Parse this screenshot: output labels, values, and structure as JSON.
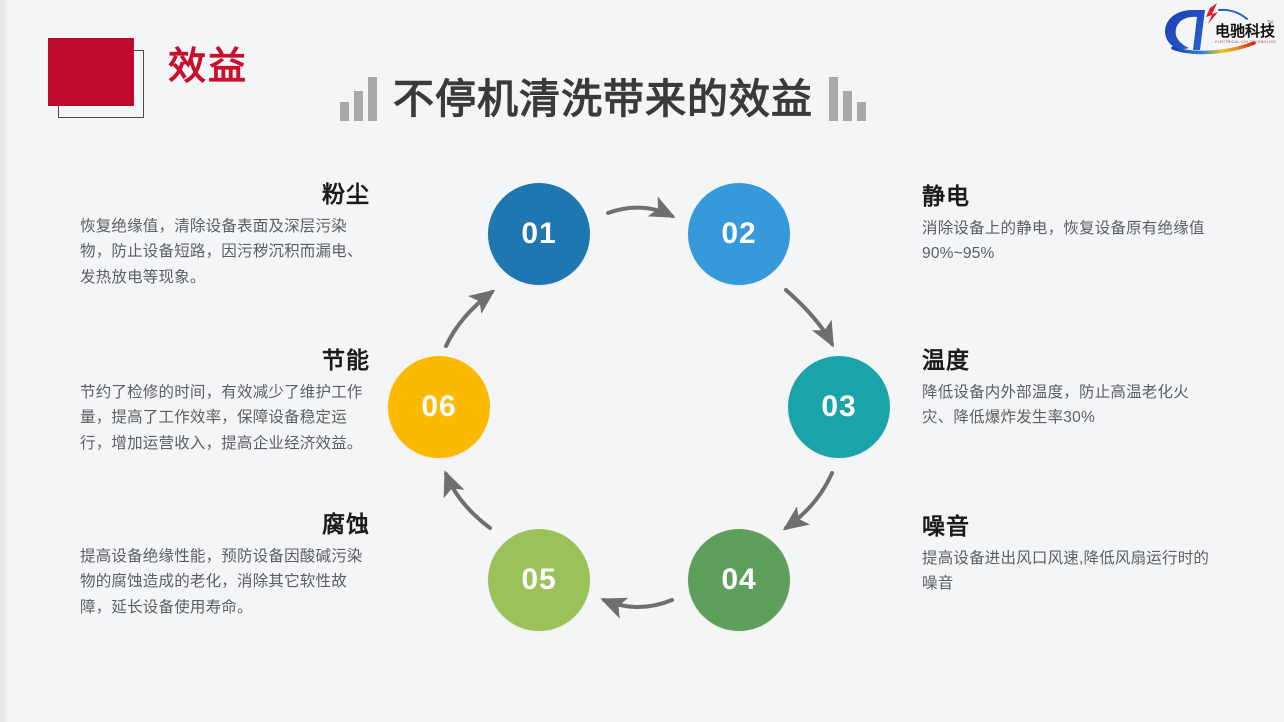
{
  "slide": {
    "background_color": "#f4f5f7",
    "badge": {
      "label": "效益",
      "fill_color": "#bf0a2e",
      "label_color": "#c8102e"
    },
    "title": "不停机清洗带来的效益",
    "title_color": "#3a3a3c",
    "decor_left": "ascending-bars-icon",
    "decor_right": "descending-bars-icon",
    "logo": {
      "brand_cn": "电驰科技",
      "brand_en": "ELECTRICAL CHI TECHNOLOGY",
      "trademark": "TM"
    }
  },
  "diagram": {
    "type": "cycle",
    "nodes": [
      {
        "number": "01",
        "color": "#1E77B0",
        "topic": "粉尘"
      },
      {
        "number": "02",
        "color": "#3599DB",
        "topic": "静电"
      },
      {
        "number": "03",
        "color": "#1AA4A9",
        "topic": "温度"
      },
      {
        "number": "04",
        "color": "#5EA05B",
        "topic": "噪音"
      },
      {
        "number": "05",
        "color": "#9BC159",
        "topic": "腐蚀"
      },
      {
        "number": "06",
        "color": "#FBB900",
        "topic": "节能"
      }
    ],
    "arrow_color": "#6f6f6f"
  },
  "blocks": {
    "dust": {
      "heading": "粉尘",
      "body": "恢复绝缘值，清除设备表面及深层污染物，防止设备短路，因污秽沉积而漏电、发热放电等现象。"
    },
    "energy": {
      "heading": "节能",
      "body": "节约了检修的时间，有效减少了维护工作量，提高了工作效率，保障设备稳定运行，增加运营收入，提高企业经济效益。"
    },
    "corrosion": {
      "heading": "腐蚀",
      "body": "提高设备绝缘性能，预防设备因酸碱污染物的腐蚀造成的老化，消除其它软性故障，延长设备使用寿命。"
    },
    "static": {
      "heading": "静电",
      "body": "消除设备上的静电，恢复设备原有绝缘值90%~95%"
    },
    "temperature": {
      "heading": "温度",
      "body": "降低设备内外部温度，防止高温老化火灾、降低爆炸发生率30%"
    },
    "noise": {
      "heading": "噪音",
      "body": "提高设备进出风口风速,降低风扇运行时的噪音"
    }
  }
}
